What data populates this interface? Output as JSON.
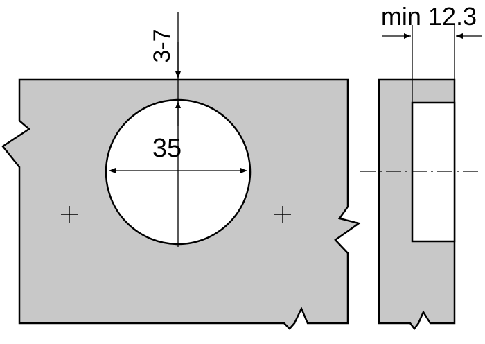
{
  "labels": {
    "edge_distance": "3-7",
    "cup_diameter": "35",
    "min_depth": "min 12.3"
  },
  "colors": {
    "panel_fill": "#c8c8c8",
    "hole_fill": "#ffffff",
    "line": "#000000"
  }
}
